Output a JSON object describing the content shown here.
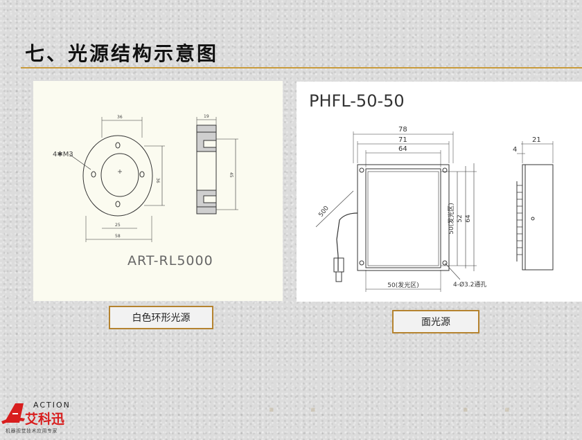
{
  "slide": {
    "title": "七、光源结构示意图"
  },
  "left_diagram": {
    "model": "ART-RL5000",
    "caption": "白色环形光源",
    "labels": {
      "hole": "4✱M3",
      "d36_top": "36",
      "d36_side": "36",
      "d25": "25",
      "d58": "58",
      "d19": "19",
      "d45": "45"
    }
  },
  "right_diagram": {
    "model": "PHFL-50-50",
    "caption": "面光源",
    "labels": {
      "d78": "78",
      "d71": "71",
      "d64_top": "64",
      "d4": "4",
      "d21": "21",
      "d500": "500",
      "d50_side": "50(发光区)",
      "d52": "52",
      "d64_side": "64",
      "d50_bottom": "50(发光区)",
      "holes": "4-Ø3.2通孔"
    }
  },
  "logo": {
    "word": "ACTION",
    "name": "艾科迅",
    "tagline": "机器视觉技术应用专家",
    "brand_color": "#d81e1e"
  }
}
